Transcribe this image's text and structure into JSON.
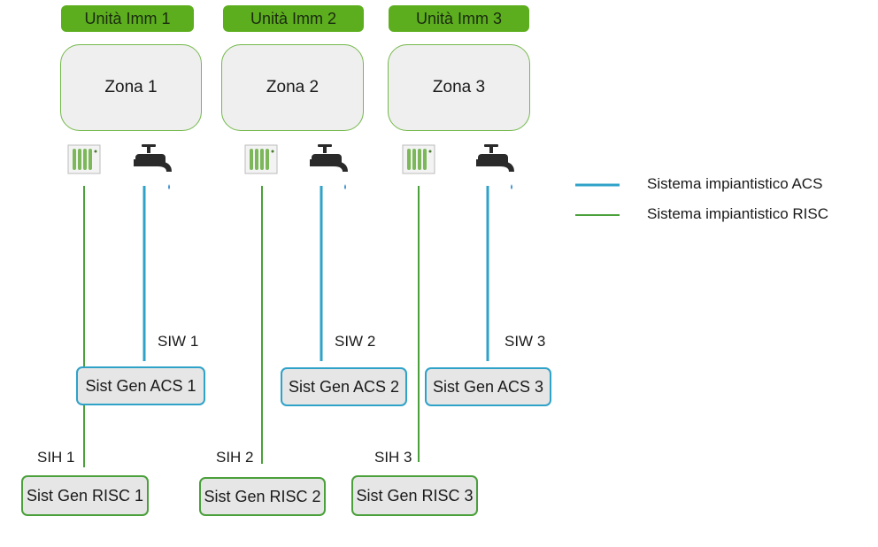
{
  "units": [
    {
      "label": "Unità Imm 1",
      "zone": "Zona 1",
      "siw": "SIW 1",
      "sih": "SIH 1",
      "acs": "Sist Gen ACS 1",
      "risc": "Sist Gen RISC 1"
    },
    {
      "label": "Unità Imm 2",
      "zone": "Zona 2",
      "siw": "SIW 2",
      "sih": "SIH 2",
      "acs": "Sist Gen ACS 2",
      "risc": "Sist Gen RISC 2"
    },
    {
      "label": "Unità Imm 3",
      "zone": "Zona 3",
      "siw": "SIW 3",
      "sih": "SIH 3",
      "acs": "Sist Gen ACS 3",
      "risc": "Sist Gen RISC 3"
    }
  ],
  "legend": {
    "acs": "Sistema impiantistico ACS",
    "risc": "Sistema impiantistico RISC"
  },
  "colors": {
    "acs_line": "#2fa2c8",
    "risc_line": "#4aa03a",
    "unit_header": "#5cae1e"
  },
  "icons": [
    "radiator-icon",
    "faucet-icon"
  ]
}
